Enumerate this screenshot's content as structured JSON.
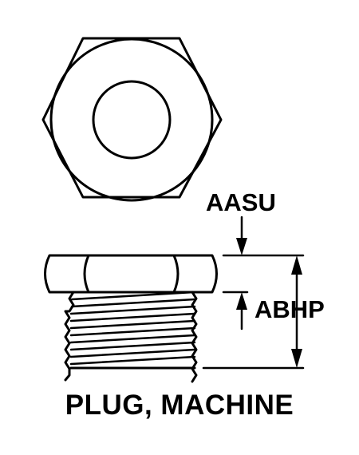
{
  "diagram": {
    "title": "PLUG, MACHINE",
    "dimensions": [
      {
        "code": "AASU"
      },
      {
        "code": "ABHP"
      }
    ],
    "views": [
      "top-view",
      "side-view"
    ]
  },
  "colors": {
    "ink": "#000000",
    "paper": "#ffffff"
  }
}
